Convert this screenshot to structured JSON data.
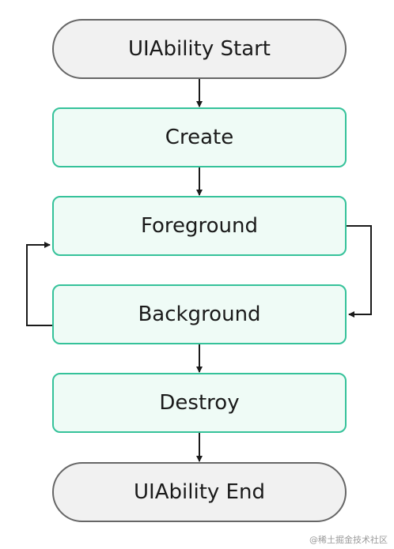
{
  "nodes": {
    "start": "UIAbility Start",
    "create": "Create",
    "foreground": "Foreground",
    "background": "Background",
    "destroy": "Destroy",
    "end": "UIAbility End"
  },
  "watermark": "@稀土掘金技术社区",
  "colors": {
    "terminal_fill": "#f1f1f1",
    "terminal_border": "#666666",
    "state_fill": "#effbf6",
    "state_border": "#35c29a",
    "arrow": "#1a1a1a"
  }
}
